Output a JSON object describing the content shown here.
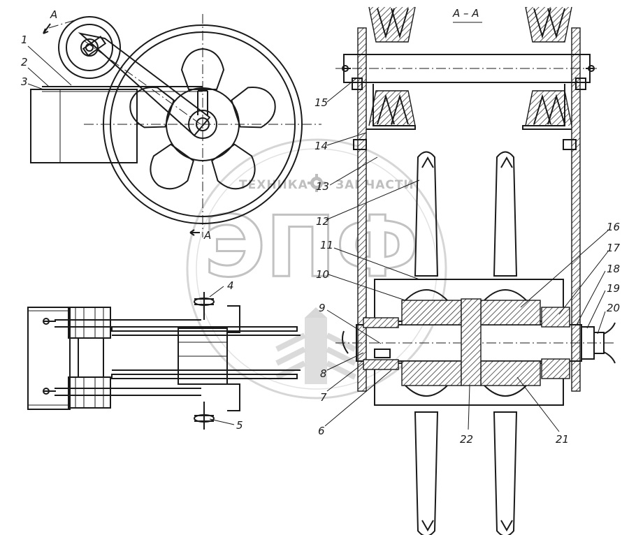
{
  "section_title": "А – А",
  "section_marks": {
    "top": "А",
    "bottom": "А"
  },
  "callouts": [
    "1",
    "2",
    "3",
    "4",
    "5",
    "6",
    "7",
    "8",
    "9",
    "10",
    "11",
    "12",
    "13",
    "14",
    "15",
    "16",
    "17",
    "18",
    "19",
    "20",
    "21",
    "22"
  ],
  "watermark": {
    "left_word": "ТЕХНИКА",
    "right_word": "ЗАПЧАСТИ",
    "logo": "ЭПФ"
  }
}
